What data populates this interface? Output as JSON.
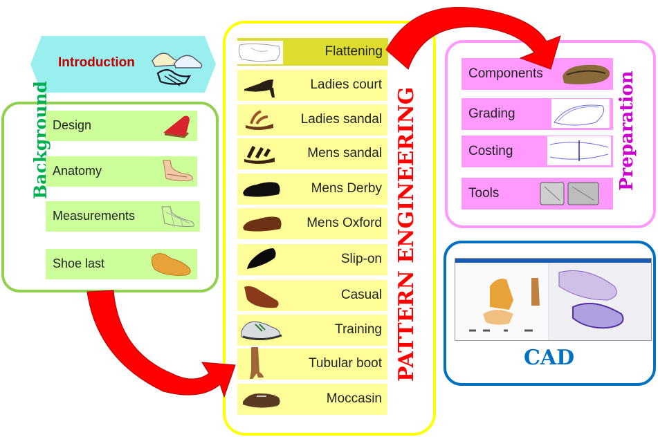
{
  "introduction": {
    "label": "Introduction"
  },
  "background": {
    "title": "Background",
    "items": [
      {
        "label": "Design",
        "icon": "platform-sandal-icon"
      },
      {
        "label": "Anatomy",
        "icon": "foot-anatomy-icon"
      },
      {
        "label": "Measurements",
        "icon": "foot-measurement-icon"
      },
      {
        "label": "Shoe last",
        "icon": "shoe-last-icon"
      }
    ]
  },
  "pattern_engineering": {
    "title": "PATTERN ENGINEERING",
    "items": [
      {
        "label": "Flattening",
        "icon": "flattening-pattern-icon"
      },
      {
        "label": "Ladies court",
        "icon": "ladies-court-shoe-icon"
      },
      {
        "label": "Ladies sandal",
        "icon": "ladies-sandal-icon"
      },
      {
        "label": "Mens sandal",
        "icon": "mens-sandal-icon"
      },
      {
        "label": "Mens Derby",
        "icon": "mens-derby-shoe-icon"
      },
      {
        "label": "Mens Oxford",
        "icon": "mens-oxford-shoe-icon"
      },
      {
        "label": "Slip-on",
        "icon": "slip-on-shoe-icon"
      },
      {
        "label": "Casual",
        "icon": "casual-shoe-icon"
      },
      {
        "label": "Training",
        "icon": "training-shoe-icon"
      },
      {
        "label": "Tubular  boot",
        "icon": "tubular-boot-icon"
      },
      {
        "label": "Moccasin",
        "icon": "moccasin-shoe-icon"
      }
    ]
  },
  "preparation": {
    "title": "Preparation",
    "items": [
      {
        "label": "Components",
        "icon": "sole-component-icon"
      },
      {
        "label": "Grading",
        "icon": "grading-pattern-icon"
      },
      {
        "label": "Costing",
        "icon": "costing-pattern-icon"
      },
      {
        "label": "Tools",
        "icon": "cutting-tool-icon"
      }
    ]
  },
  "cad": {
    "label": "CAD",
    "icon": "cad-software-screenshot-icon"
  },
  "colors": {
    "intro_fill": "#99eeee",
    "intro_text": "#c00000",
    "background_border": "#92d050",
    "background_title": "#00b050",
    "background_item": "#ccff99",
    "pattern_border": "#ffff00",
    "pattern_item": "#ffff99",
    "pattern_title": "#ff0000",
    "preparation_border": "#ff99ff",
    "preparation_title": "#cc00cc",
    "cad_border": "#0070c0",
    "arrow": "#ff0000"
  }
}
